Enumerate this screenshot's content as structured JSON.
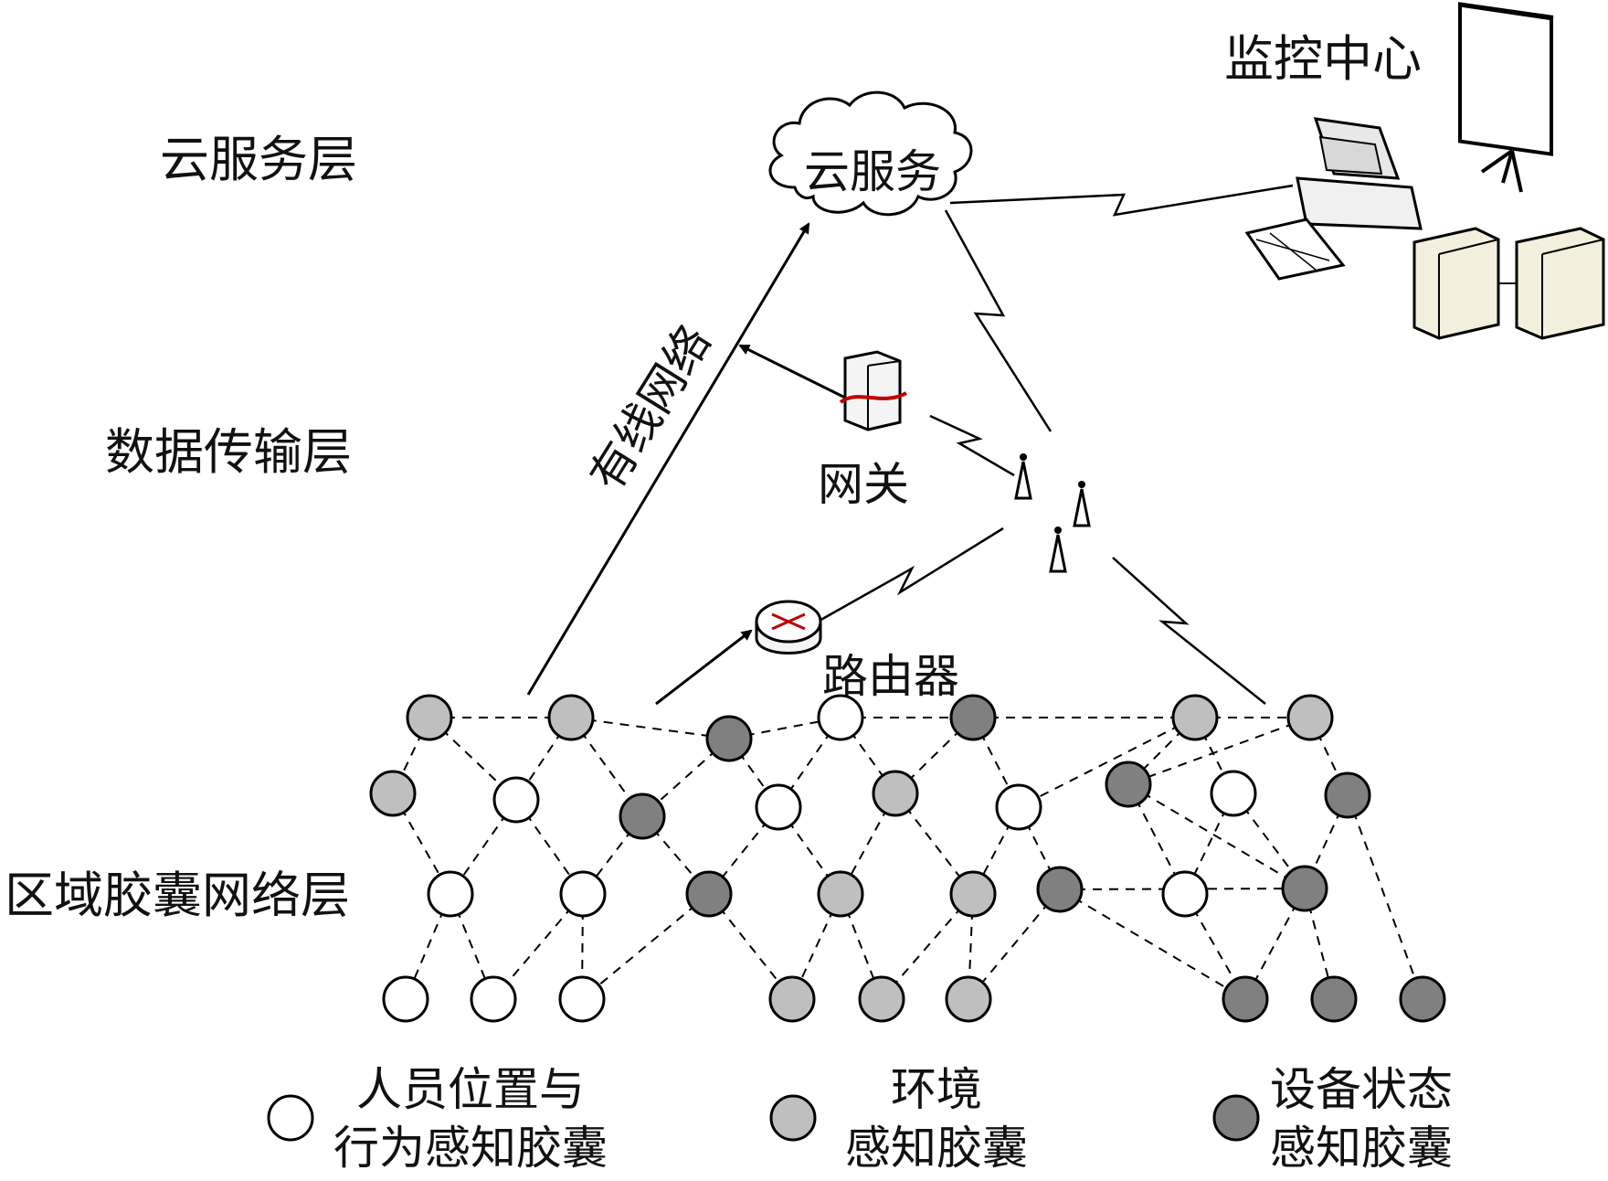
{
  "layers": {
    "cloud": "云服务层",
    "transport": "数据传输层",
    "capsule": "区域胶囊网络层"
  },
  "labels": {
    "cloud_service": "云服务",
    "monitor_center": "监控中心",
    "gateway": "网关",
    "router": "路由器",
    "wired_network": "有线网络"
  },
  "legend": {
    "white": [
      "人员位置与",
      "行为感知胶囊"
    ],
    "light": [
      "环境",
      "感知胶囊"
    ],
    "dark": [
      "设备状态",
      "感知胶囊"
    ]
  },
  "colors": {
    "white_node": "#ffffff",
    "light_node": "#bfbfbf",
    "dark_node": "#808080",
    "stroke": "#000000"
  }
}
